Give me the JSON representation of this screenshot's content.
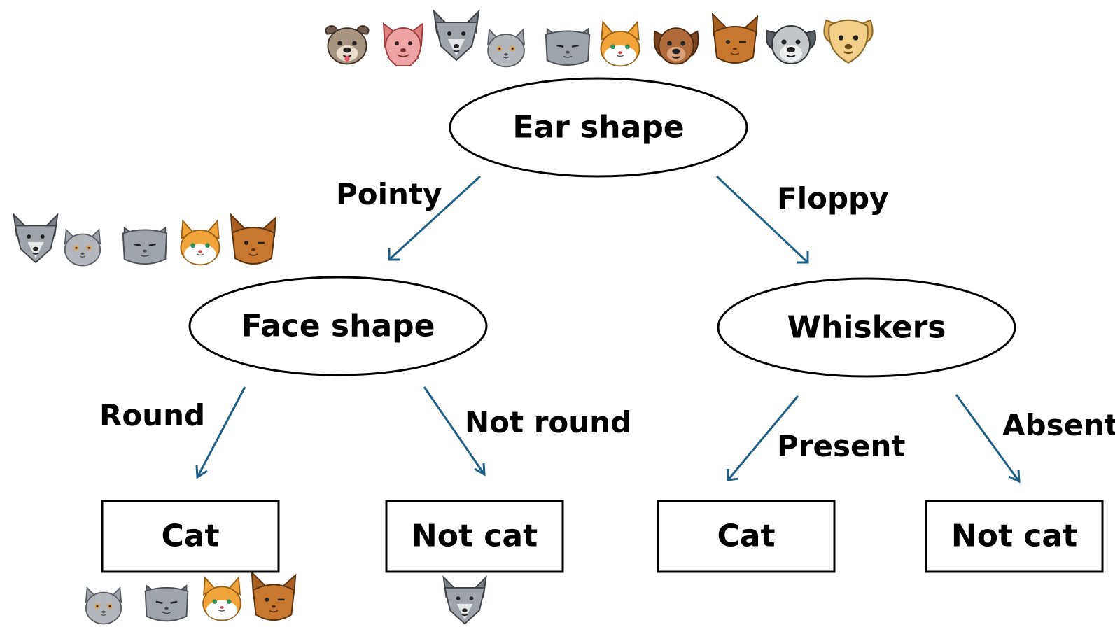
{
  "colors": {
    "arrow": "#1f5f86",
    "outline": "#000000",
    "cat_gray": "#9fa4aa",
    "cat_gray_dark": "#7b8087",
    "cat_orange": "#f0a43a",
    "cat_brown": "#c7772e",
    "dog_tan": "#a8957f",
    "dog_pink": "#f0a5a5",
    "dog_brown": "#b06a3a",
    "dog_silver": "#c4c6c8",
    "dog_yellow": "#f2d08a"
  },
  "icons": {
    "top_group": [
      "pug-dog-icon",
      "pink-dog-icon",
      "gray-wolf-cat-icon",
      "gray-round-cat-icon",
      "gray-squint-cat-icon",
      "orange-cat-icon",
      "brown-dog-icon",
      "brown-cat-icon",
      "silver-dog-icon",
      "yellow-dog-icon"
    ],
    "pointy_group": [
      "gray-wolf-cat-icon",
      "gray-round-cat-icon",
      "gray-squint-cat-icon",
      "orange-cat-icon",
      "brown-cat-icon"
    ],
    "cat_leaf_group": [
      "gray-round-cat-icon",
      "gray-squint-cat-icon",
      "orange-cat-icon",
      "brown-cat-icon"
    ],
    "not_cat_leaf_group": [
      "gray-wolf-cat-icon"
    ]
  },
  "tree": {
    "root": {
      "label": "Ear shape"
    },
    "edges": {
      "pointy": "Pointy",
      "floppy": "Floppy",
      "round": "Round",
      "not_round": "Not round",
      "present": "Present",
      "absent": "Absent"
    },
    "face_node": {
      "label": "Face shape"
    },
    "whiskers_node": {
      "label": "Whiskers"
    },
    "leaves": {
      "round_leaf": "Cat",
      "not_round_leaf": "Not cat",
      "present_leaf": "Cat",
      "absent_leaf": "Not cat"
    }
  }
}
